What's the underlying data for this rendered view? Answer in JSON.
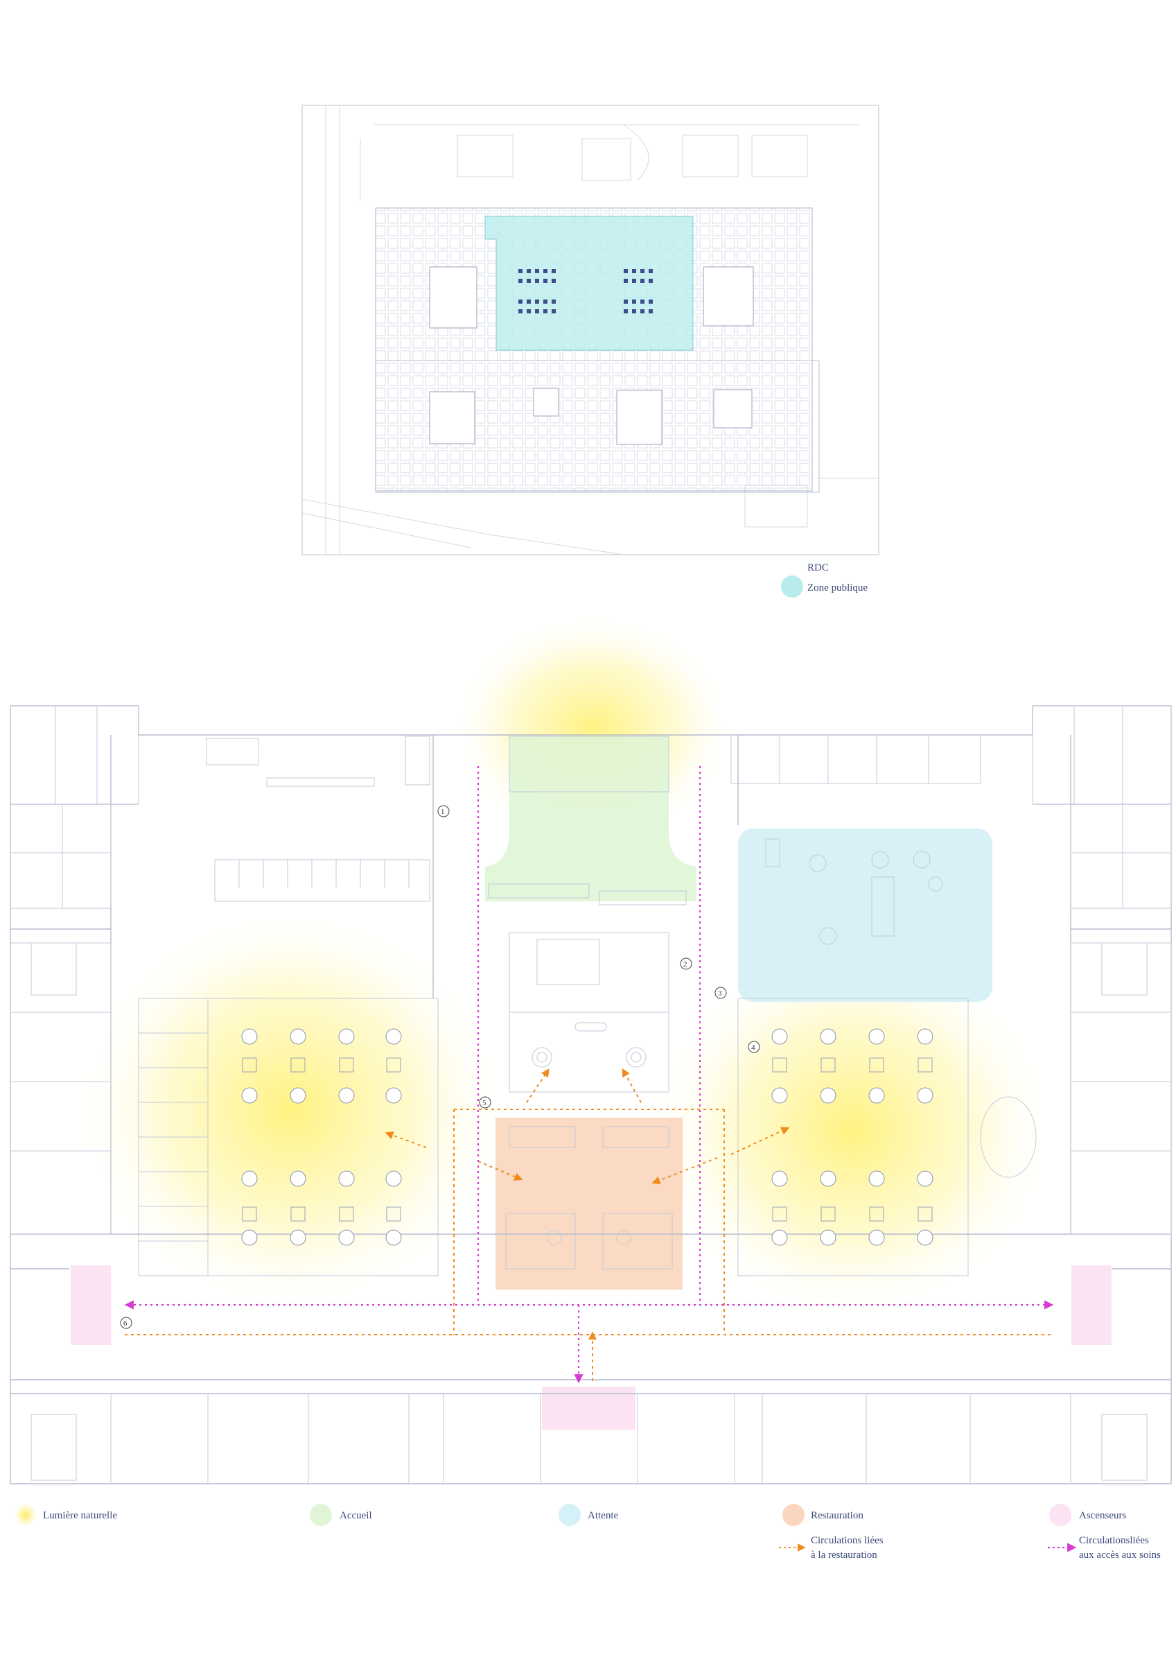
{
  "top_plan": {
    "title": "RDC",
    "legend_label": "Zone publique",
    "zone_color": "#b8ecec"
  },
  "main_plan": {
    "markers": [
      "1",
      "2",
      "3",
      "4",
      "5",
      "6"
    ]
  },
  "legend": {
    "items": [
      {
        "label": "Lumière naturelle",
        "color": "#fff07a"
      },
      {
        "label": "Accueil",
        "color": "#dff5d6"
      },
      {
        "label": "Attente",
        "color": "#d6f0f7"
      },
      {
        "label": "Restauration",
        "color": "#f9d6bd"
      },
      {
        "label": "Ascenseurs",
        "color": "#fbe3f3"
      }
    ],
    "flows": [
      {
        "line1": "Circulations liées",
        "line2": "à la restauration",
        "color": "#f08a1c"
      },
      {
        "line1": "Circulationsliées",
        "line2": "aux accès aux soins",
        "color": "#d63ccf"
      }
    ]
  }
}
